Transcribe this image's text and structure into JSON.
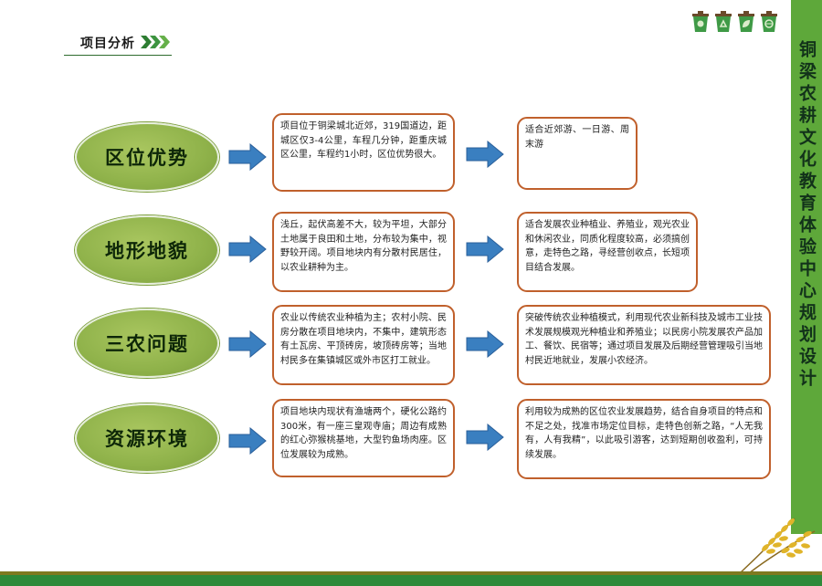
{
  "header": {
    "title": "项目分析"
  },
  "side_title": "铜梁农耕文化教育体验中心规划设计",
  "colors": {
    "accent_green": "#5ea83a",
    "oval_green": "#8fb24a",
    "box_border": "#c0602c",
    "arrow_blue": "#3a7fc0"
  },
  "rows": [
    {
      "label": "区位优势",
      "detail": "项目位于铜梁城北近郊，319国道边，距城区仅3-4公里，车程几分钟，距重庆城区公里，车程约1小时，区位优势很大。",
      "conclusion": "适合近郊游、一日游、周末游"
    },
    {
      "label": "地形地貌",
      "detail": "浅丘，起伏高差不大，较为平坦，大部分土地属于良田和土地，分布较为集中，视野较开阔。项目地块内有分散村民居住，以农业耕种为主。",
      "conclusion": "适合发展农业种植业、养殖业，观光农业和休闲农业，同质化程度较高，必须搞创意，走特色之路，寻经营创收点，长短项目结合发展。"
    },
    {
      "label": "三农问题",
      "detail": "农业以传统农业种植为主；农村小院、民房分散在项目地块内，不集中，建筑形态有土瓦房、平顶砖房，坡顶砖房等；当地村民多在集镇城区或外市区打工就业。",
      "conclusion": "突破传统农业种植模式，利用现代农业新科技及城市工业技术发展规模观光种植业和养殖业；以民房小院发展农产品加工、餐饮、民宿等；通过项目发展及后期经营管理吸引当地村民近地就业，发展小农经济。"
    },
    {
      "label": "资源环境",
      "detail": "项目地块内现状有渔塘两个，硬化公路约300米，有一座三皇观寺庙；周边有成熟的红心弥猴桃基地，大型钓鱼场肉座。区位发展较为成熟。",
      "conclusion": "利用较为成熟的区位农业发展趋势，结合自身项目的特点和不足之处，找准市场定位目标，走特色创新之路，“人无我有，人有我精”，以此吸引游客，达到短期创收盈利，可持续发展。"
    }
  ]
}
